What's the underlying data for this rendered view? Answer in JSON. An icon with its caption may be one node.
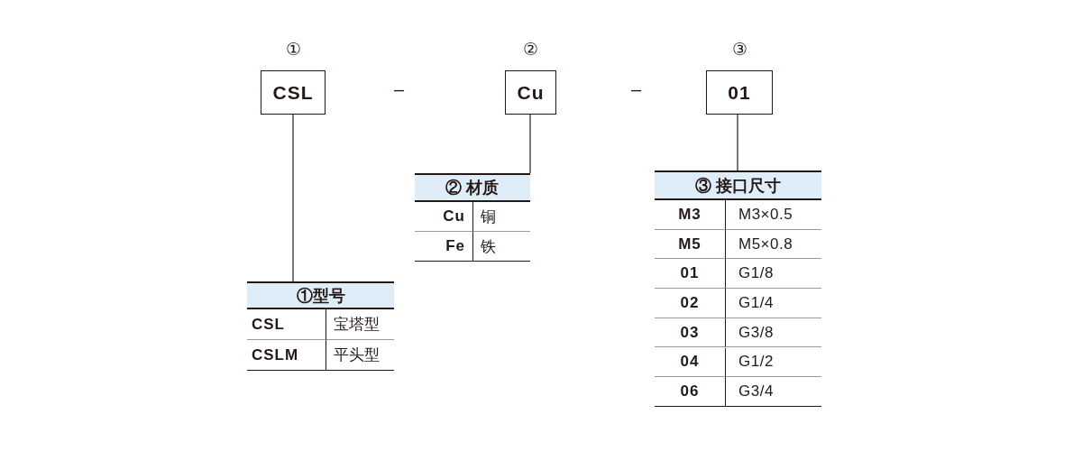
{
  "diagram": {
    "nodes": [
      {
        "text": [
          "CSL"
        ],
        "beside": [
          "①"
        ]
      },
      {
        "text": [
          "Cu"
        ],
        "beside": [
          "②"
        ]
      },
      {
        "text": [
          "01"
        ],
        "beside": [
          "③"
        ]
      },
      {
        "text": [
          "①型号"
        ]
      },
      {
        "text": [
          "② 材质"
        ]
      },
      {
        "text": [
          "③ 接口尺寸"
        ]
      }
    ],
    "edges": [
      {
        "from": 0,
        "to": 3,
        "arrow": "none"
      },
      {
        "from": 1,
        "to": 4,
        "arrow": "none"
      },
      {
        "from": 2,
        "to": 5,
        "arrow": "none"
      }
    ],
    "labels": [
      "–",
      "–",
      "CSL",
      "宝塔型",
      "CSLM",
      "平头型",
      "Cu",
      "铜",
      "Fe",
      "铁",
      "M3",
      "M3×0.5",
      "M5",
      "M5×0.8",
      "01",
      "G1/8",
      "02",
      "G1/4",
      "03",
      "G3/8",
      "04",
      "G1/2",
      "06",
      "G3/4"
    ]
  }
}
